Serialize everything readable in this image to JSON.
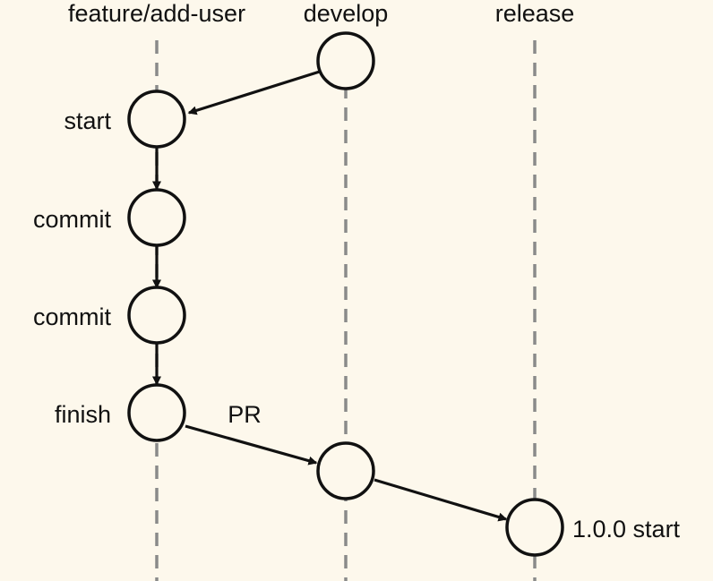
{
  "branches": {
    "feature": "feature/add-user",
    "develop": "develop",
    "release": "release"
  },
  "labels": {
    "start": "start",
    "commit1": "commit",
    "commit2": "commit",
    "finish": "finish",
    "pr": "PR",
    "release_start": "1.0.0 start"
  },
  "colors": {
    "background": "#fdf8ec",
    "lane_line": "#8a8a8a",
    "stroke": "#111111"
  }
}
